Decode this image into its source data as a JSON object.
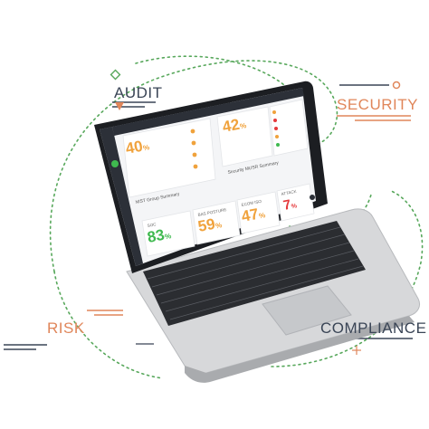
{
  "labels": {
    "audit": "AUDIT",
    "security": "SECURITY",
    "risk": "RISK",
    "compliance": "COMPLIANCE"
  },
  "dashboard": {
    "cards": {
      "top_left_value": "40",
      "top_center_value": "42",
      "nist_title": "NIST Group Summary",
      "security_title": "Security MUSR Summary",
      "soc_label": "SOC",
      "soc_value": "83",
      "bas_label": "BAS POSTURE",
      "bas_value": "59",
      "mid_label": "ECOM ISO",
      "mid_value": "47",
      "attack_label": "ATTACK",
      "attack_value": "7",
      "percent": "%"
    }
  },
  "colors": {
    "accent_orange": "#e0865a",
    "navy": "#3a4556",
    "green_dots": "#58a85c",
    "value_orange": "#f0a23c",
    "value_green": "#3fb94f",
    "value_red": "#e5383b"
  },
  "icons": [
    "triangle-down-icon",
    "diamond-icon",
    "crosshair-icon",
    "triangle-up-icon",
    "plus-icon"
  ]
}
